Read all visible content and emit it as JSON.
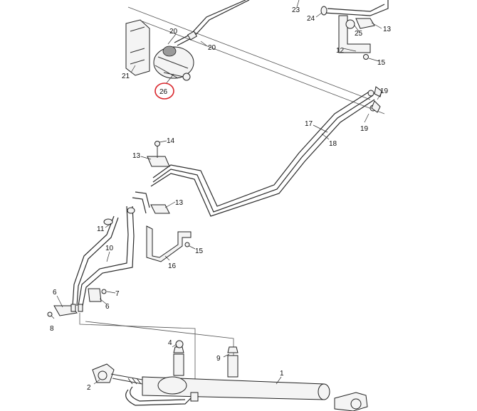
{
  "highlight": {
    "label": "26",
    "color": "#d9262c"
  },
  "callouts": [
    "1",
    "2",
    "4",
    "6",
    "6",
    "7",
    "8",
    "9",
    "10",
    "11",
    "12",
    "13",
    "13",
    "13",
    "14",
    "15",
    "15",
    "16",
    "17",
    "18",
    "19",
    "19",
    "20",
    "20",
    "21",
    "23",
    "24",
    "25"
  ]
}
